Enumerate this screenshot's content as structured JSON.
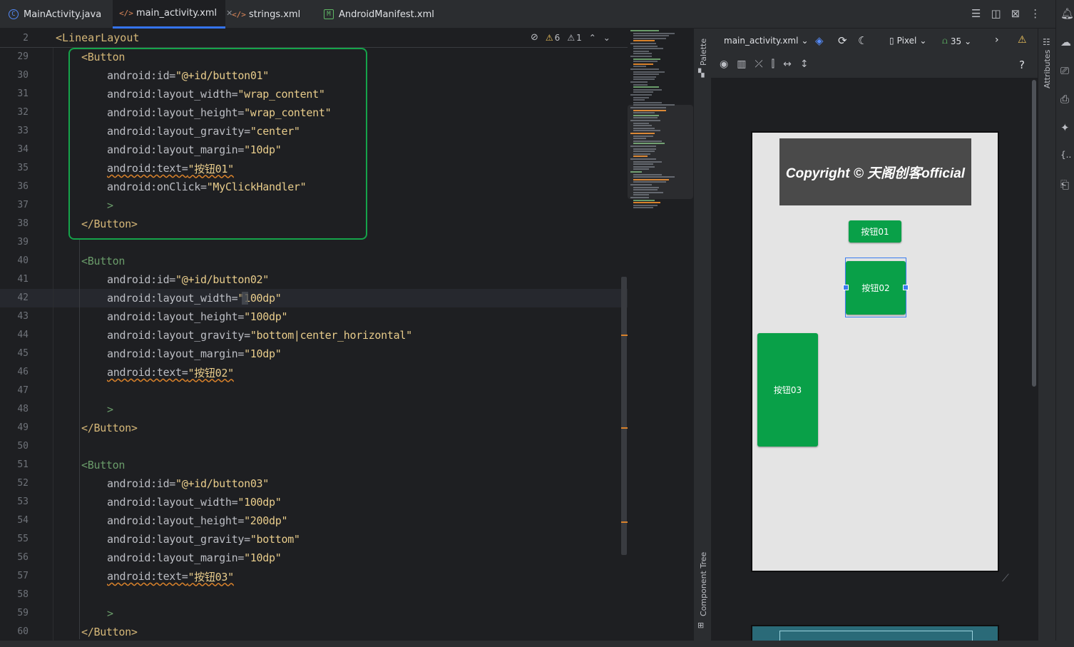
{
  "tabs": [
    {
      "label": "MainActivity.java",
      "icon": "C"
    },
    {
      "label": "main_activity.xml",
      "icon": "</>"
    },
    {
      "label": "strings.xml",
      "icon": "</>"
    },
    {
      "label": "AndroidManifest.xml",
      "icon": "M"
    }
  ],
  "sticky": {
    "line": "2",
    "tag": "<LinearLayout"
  },
  "inspections": {
    "warnings": "6",
    "weak": "1"
  },
  "code": [
    {
      "n": "29",
      "parts": [
        [
          "tag",
          "<Button"
        ]
      ],
      "indent": 2
    },
    {
      "n": "30",
      "parts": [
        [
          "attr",
          "android:id="
        ],
        [
          "str",
          "\"@+id/button01\""
        ]
      ],
      "indent": 3
    },
    {
      "n": "31",
      "parts": [
        [
          "attr",
          "android:layout_width="
        ],
        [
          "str",
          "\"wrap_content\""
        ]
      ],
      "indent": 3
    },
    {
      "n": "32",
      "parts": [
        [
          "attr",
          "android:layout_height="
        ],
        [
          "str",
          "\"wrap_content\""
        ]
      ],
      "indent": 3
    },
    {
      "n": "33",
      "parts": [
        [
          "attr",
          "android:layout_gravity="
        ],
        [
          "str",
          "\"center\""
        ]
      ],
      "indent": 3
    },
    {
      "n": "34",
      "parts": [
        [
          "attr",
          "android:layout_margin="
        ],
        [
          "str",
          "\"10dp\""
        ]
      ],
      "indent": 3
    },
    {
      "n": "35",
      "parts": [
        [
          "wattr",
          "android:text="
        ],
        [
          "wstr",
          "\"按钮01\""
        ]
      ],
      "indent": 3
    },
    {
      "n": "36",
      "parts": [
        [
          "attr",
          "android:onClick="
        ],
        [
          "str",
          "\"MyClickHandler\""
        ]
      ],
      "indent": 3
    },
    {
      "n": "37",
      "parts": [
        [
          "tagdim",
          ">"
        ]
      ],
      "indent": 3
    },
    {
      "n": "38",
      "parts": [
        [
          "tag",
          "</Button>"
        ]
      ],
      "indent": 2
    },
    {
      "n": "39",
      "parts": [],
      "indent": 2
    },
    {
      "n": "40",
      "parts": [
        [
          "tagdim",
          "<Button"
        ]
      ],
      "indent": 2
    },
    {
      "n": "41",
      "parts": [
        [
          "attr",
          "android:id="
        ],
        [
          "str",
          "\"@+id/button02\""
        ]
      ],
      "indent": 3
    },
    {
      "n": "42",
      "parts": [
        [
          "attr",
          "android:layout_width="
        ],
        [
          "str",
          "\"100dp\""
        ]
      ],
      "indent": 3
    },
    {
      "n": "43",
      "parts": [
        [
          "attr",
          "android:layout_height="
        ],
        [
          "str",
          "\"100dp\""
        ]
      ],
      "indent": 3
    },
    {
      "n": "44",
      "parts": [
        [
          "attr",
          "android:layout_gravity="
        ],
        [
          "str",
          "\"bottom|center_horizontal\""
        ]
      ],
      "indent": 3
    },
    {
      "n": "45",
      "parts": [
        [
          "attr",
          "android:layout_margin="
        ],
        [
          "str",
          "\"10dp\""
        ]
      ],
      "indent": 3
    },
    {
      "n": "46",
      "parts": [
        [
          "wattr",
          "android:text="
        ],
        [
          "wstr",
          "\"按钮02\""
        ]
      ],
      "indent": 3
    },
    {
      "n": "47",
      "parts": [],
      "indent": 3
    },
    {
      "n": "48",
      "parts": [
        [
          "tagdim",
          ">"
        ]
      ],
      "indent": 3
    },
    {
      "n": "49",
      "parts": [
        [
          "tag",
          "</Button>"
        ]
      ],
      "indent": 2
    },
    {
      "n": "50",
      "parts": [],
      "indent": 2
    },
    {
      "n": "51",
      "parts": [
        [
          "tagdim",
          "<Button"
        ]
      ],
      "indent": 2
    },
    {
      "n": "52",
      "parts": [
        [
          "attr",
          "android:id="
        ],
        [
          "str",
          "\"@+id/button03\""
        ]
      ],
      "indent": 3
    },
    {
      "n": "53",
      "parts": [
        [
          "attr",
          "android:layout_width="
        ],
        [
          "str",
          "\"100dp\""
        ]
      ],
      "indent": 3
    },
    {
      "n": "54",
      "parts": [
        [
          "attr",
          "android:layout_height="
        ],
        [
          "str",
          "\"200dp\""
        ]
      ],
      "indent": 3
    },
    {
      "n": "55",
      "parts": [
        [
          "attr",
          "android:layout_gravity="
        ],
        [
          "str",
          "\"bottom\""
        ]
      ],
      "indent": 3
    },
    {
      "n": "56",
      "parts": [
        [
          "attr",
          "android:layout_margin="
        ],
        [
          "str",
          "\"10dp\""
        ]
      ],
      "indent": 3
    },
    {
      "n": "57",
      "parts": [
        [
          "wattr",
          "android:text="
        ],
        [
          "wstr",
          "\"按钮03\""
        ]
      ],
      "indent": 3
    },
    {
      "n": "58",
      "parts": [],
      "indent": 3
    },
    {
      "n": "59",
      "parts": [
        [
          "tagdim",
          ">"
        ]
      ],
      "indent": 3
    },
    {
      "n": "60",
      "parts": [
        [
          "tag",
          "</Button>"
        ]
      ],
      "indent": 2
    }
  ],
  "side_panels": {
    "palette": "Palette",
    "component_tree": "Component Tree",
    "attributes": "Attributes"
  },
  "design_toolbar": {
    "file": "main_activity.xml",
    "device": "Pixel",
    "api": "35",
    "help": "?"
  },
  "preview": {
    "banner": "Copyright © 天阁创客official",
    "button01": "按钮01",
    "button02": "按钮02",
    "button03": "按钮03"
  },
  "colors": {
    "button": "#09a048",
    "highlight_box": "#15a34a",
    "selection": "#3a7cf0"
  }
}
